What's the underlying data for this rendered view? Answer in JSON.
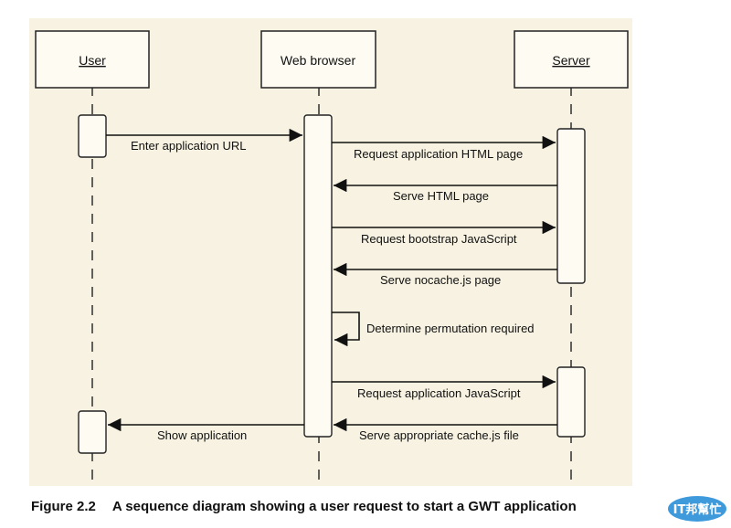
{
  "diagram": {
    "participants": [
      {
        "id": "user",
        "label": "User",
        "underline": true
      },
      {
        "id": "browser",
        "label": "Web browser",
        "underline": false
      },
      {
        "id": "server",
        "label": "Server",
        "underline": true
      }
    ],
    "messages": [
      {
        "from": "user",
        "to": "browser",
        "label": "Enter application URL"
      },
      {
        "from": "browser",
        "to": "server",
        "label": "Request application HTML page"
      },
      {
        "from": "server",
        "to": "browser",
        "label": "Serve HTML page"
      },
      {
        "from": "browser",
        "to": "server",
        "label": "Request bootstrap JavaScript"
      },
      {
        "from": "server",
        "to": "browser",
        "label": "Serve nocache.js page"
      },
      {
        "from": "browser",
        "to": "browser",
        "label": "Determine permutation required",
        "self": true
      },
      {
        "from": "browser",
        "to": "server",
        "label": "Request application JavaScript"
      },
      {
        "from": "server",
        "to": "browser",
        "label": "Serve appropriate cache.js file"
      },
      {
        "from": "browser",
        "to": "user",
        "label": "Show application"
      }
    ]
  },
  "caption": {
    "number": "Figure 2.2",
    "text": "A sequence diagram showing a user request to start a GWT application"
  },
  "watermark": {
    "text": "IT邦幫忙",
    "color": "#2a8fd8"
  }
}
